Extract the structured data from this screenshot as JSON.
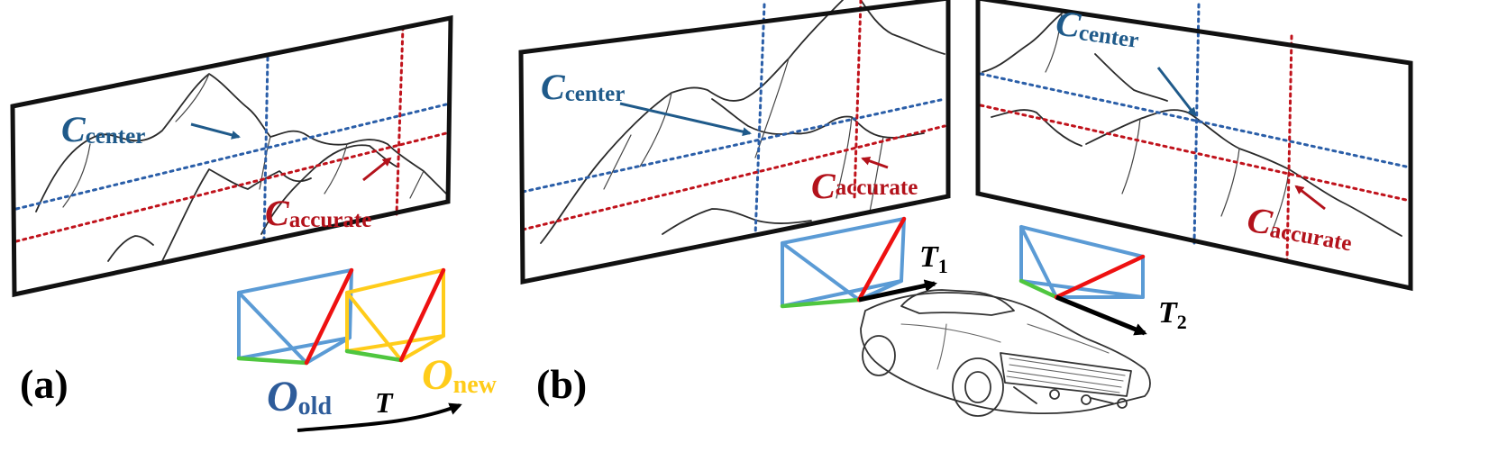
{
  "panel_a": {
    "panel_label": "(a)",
    "c_center": {
      "main": "C",
      "sub": "center"
    },
    "c_accurate": {
      "main": "C",
      "sub": "accurate"
    },
    "o_old": {
      "main": "O",
      "sub": "old"
    },
    "o_new": {
      "main": "O",
      "sub": "new"
    },
    "transform": "T"
  },
  "panel_b": {
    "panel_label": "(b)",
    "left_image": {
      "c_center": {
        "main": "C",
        "sub": "center"
      },
      "c_accurate": {
        "main": "C",
        "sub": "accurate"
      }
    },
    "right_image": {
      "c_center": {
        "main": "C",
        "sub": "center"
      },
      "c_accurate": {
        "main": "C",
        "sub": "accurate"
      }
    },
    "t1": {
      "main": "T",
      "sub": "1"
    },
    "t2": {
      "main": "T",
      "sub": "2"
    }
  },
  "colors": {
    "center": "#1f5a8a",
    "accurate": "#b3121b",
    "camera_old": "#5b9bd5",
    "camera_new": "#ffcc1a",
    "o_old_text": "#2e5c9a",
    "o_new_text": "#ffcc1a"
  }
}
